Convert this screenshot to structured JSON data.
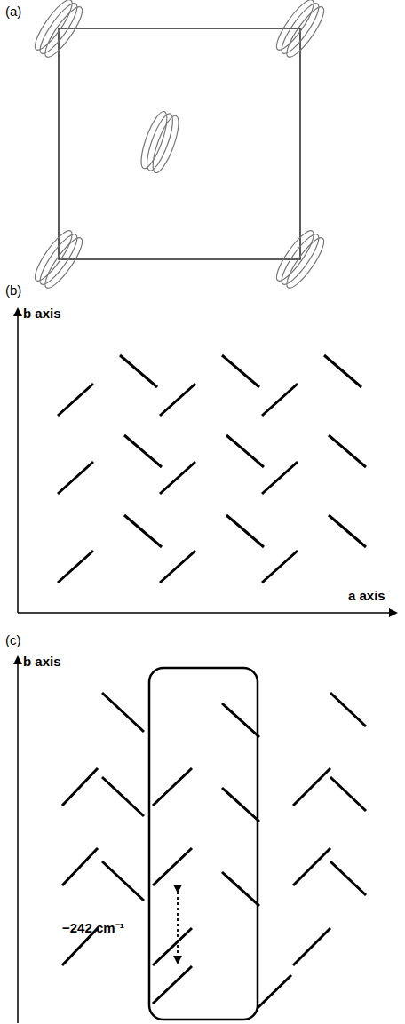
{
  "diagram": {
    "labels": [
      "(a)",
      "(b)",
      "b axis",
      "a axis",
      "(c)",
      "b axis",
      "−242 cm⁻¹"
    ]
  }
}
